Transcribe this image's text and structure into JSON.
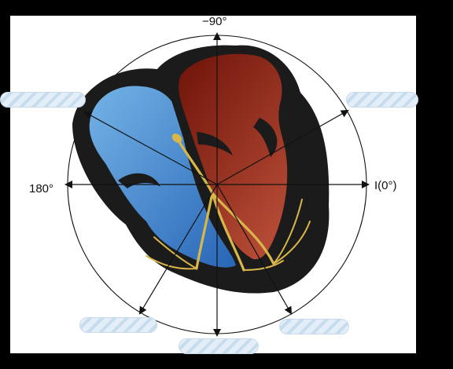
{
  "axis_labels": {
    "top": "−90°",
    "left": "180°",
    "right": "I(0°)"
  },
  "blanks": [
    {
      "id": "upper-left",
      "answer": ""
    },
    {
      "id": "upper-right",
      "answer": ""
    },
    {
      "id": "lower-left",
      "answer": ""
    },
    {
      "id": "bottom",
      "answer": ""
    },
    {
      "id": "lower-right",
      "answer": ""
    }
  ],
  "colors": {
    "background": "#000000",
    "panel": "#ffffff",
    "right_heart": "#3f87cf",
    "left_heart": "#8e2013",
    "conduction_system": "#d8b64a",
    "heart_outline": "#1b1b1b"
  }
}
